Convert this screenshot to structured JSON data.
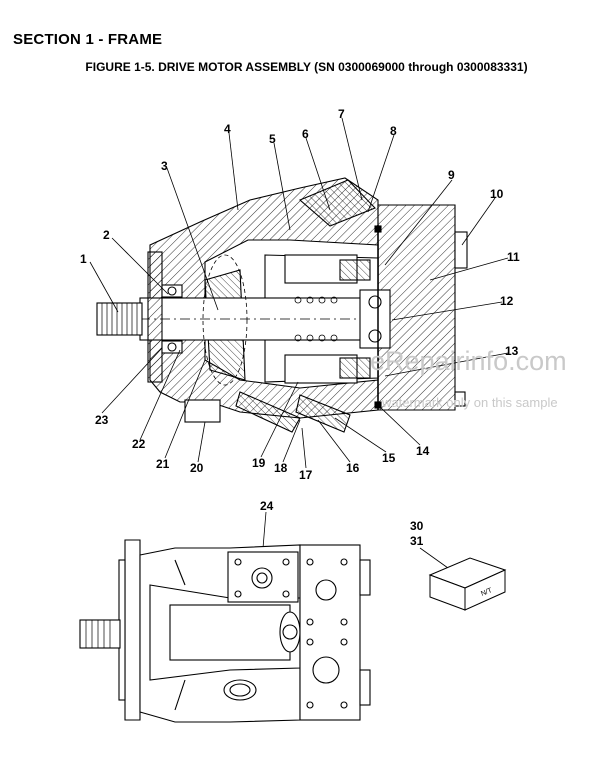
{
  "header": {
    "section_title": "SECTION 1 - FRAME",
    "figure_title": "FIGURE 1-5. DRIVE MOTOR ASSEMBLY (SN 0300069000 through 0300083331)"
  },
  "callouts": [
    {
      "id": "c1",
      "label": "1"
    },
    {
      "id": "c2",
      "label": "2"
    },
    {
      "id": "c3",
      "label": "3"
    },
    {
      "id": "c4",
      "label": "4"
    },
    {
      "id": "c5",
      "label": "5"
    },
    {
      "id": "c6",
      "label": "6"
    },
    {
      "id": "c7",
      "label": "7"
    },
    {
      "id": "c8",
      "label": "8"
    },
    {
      "id": "c9",
      "label": "9"
    },
    {
      "id": "c10",
      "label": "10"
    },
    {
      "id": "c11",
      "label": "11"
    },
    {
      "id": "c12",
      "label": "12"
    },
    {
      "id": "c13",
      "label": "13"
    },
    {
      "id": "c14",
      "label": "14"
    },
    {
      "id": "c15",
      "label": "15"
    },
    {
      "id": "c16",
      "label": "16"
    },
    {
      "id": "c17",
      "label": "17"
    },
    {
      "id": "c18",
      "label": "18"
    },
    {
      "id": "c19",
      "label": "19"
    },
    {
      "id": "c20",
      "label": "20"
    },
    {
      "id": "c21",
      "label": "21"
    },
    {
      "id": "c22",
      "label": "22"
    },
    {
      "id": "c23",
      "label": "23"
    },
    {
      "id": "c24",
      "label": "24"
    },
    {
      "id": "c30",
      "label": "30"
    },
    {
      "id": "c31",
      "label": "31"
    }
  ],
  "kit_box": {
    "label": "N/T"
  },
  "watermark": {
    "site": "eRepairinfo.com",
    "note": "watermark only on this sample"
  }
}
